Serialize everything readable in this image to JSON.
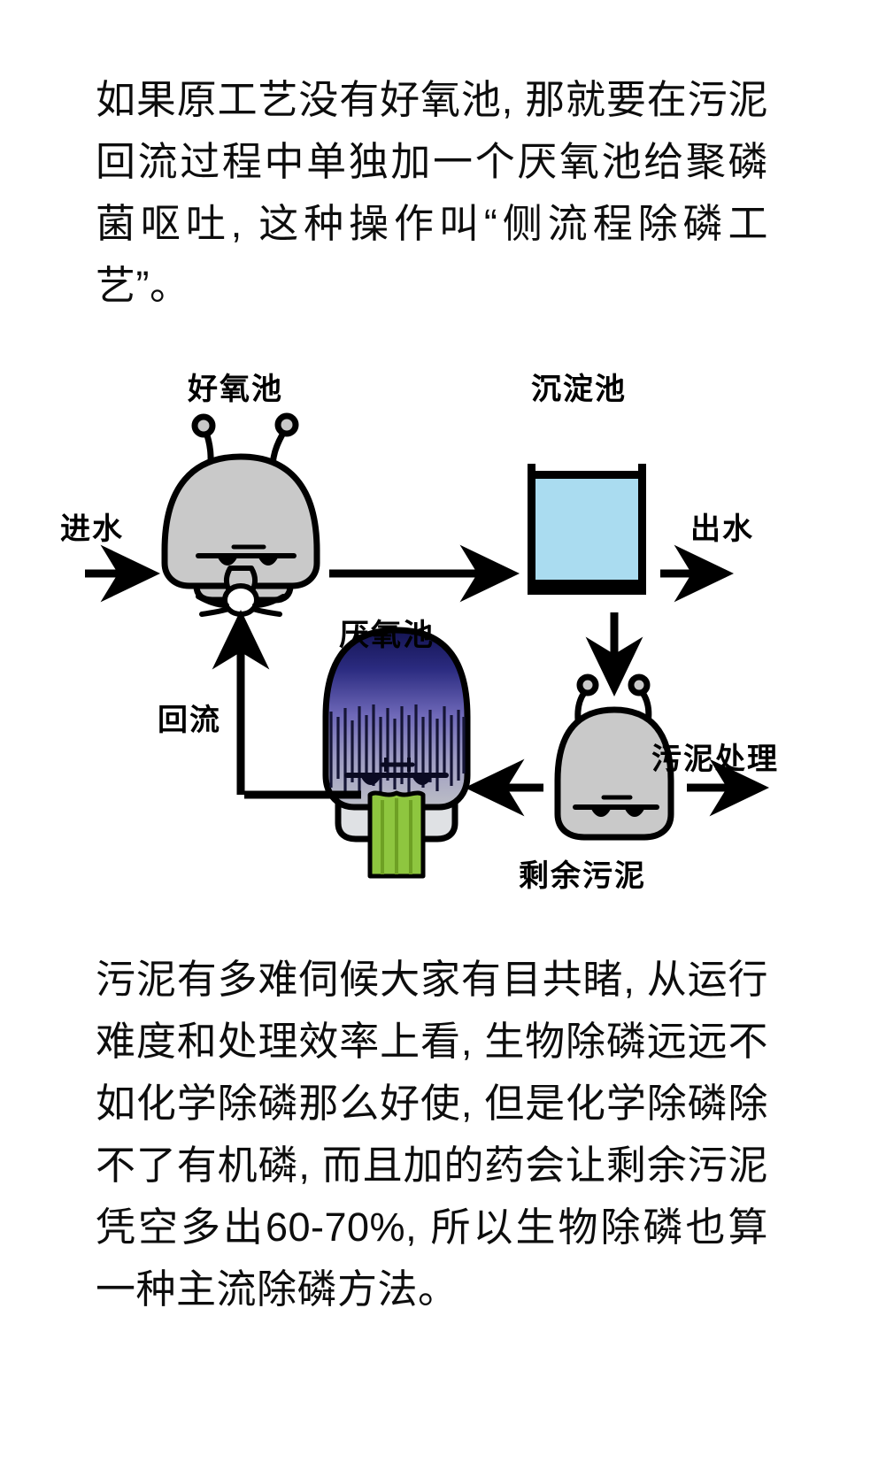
{
  "page": {
    "background": "#ffffff",
    "ink": "#0d0d0d"
  },
  "paragraph_top": "如果原工艺没有好氧池, 那就要在污泥回流过程中单独加一个厌氧池给聚磷菌呕吐, 这种操作叫“侧流程除磷工艺”。",
  "paragraph_bottom": "污泥有多难伺候大家有目共睹, 从运行难度和处理效率上看, 生物除磷远远不如化学除磷那么好使, 但是化学除磷除不了有机磷, 而且加的药会让剩余污泥凭空多出60-70%, 所以生物除磷也算一种主流除磷方法。",
  "diagram": {
    "labels": {
      "aerobic_tank": "好氧池",
      "settling_tank": "沉淀池",
      "anaerobic_tank": "厌氧池",
      "influent": "进水",
      "effluent": "出水",
      "return_flow": "回流",
      "sludge_treatment": "污泥处理",
      "excess_sludge": "剩余污泥"
    },
    "colors": {
      "creature_body": "#c9c9c9",
      "creature_outline": "#000000",
      "water_blue": "#aadcf0",
      "tank_outline": "#000000",
      "vomit_green": "#8ec63f",
      "anaerobic_top": "#1b1b5e",
      "anaerobic_mid": "#7b74c0",
      "anaerobic_bottom": "#b9bcc4",
      "arrow": "#000000"
    }
  }
}
